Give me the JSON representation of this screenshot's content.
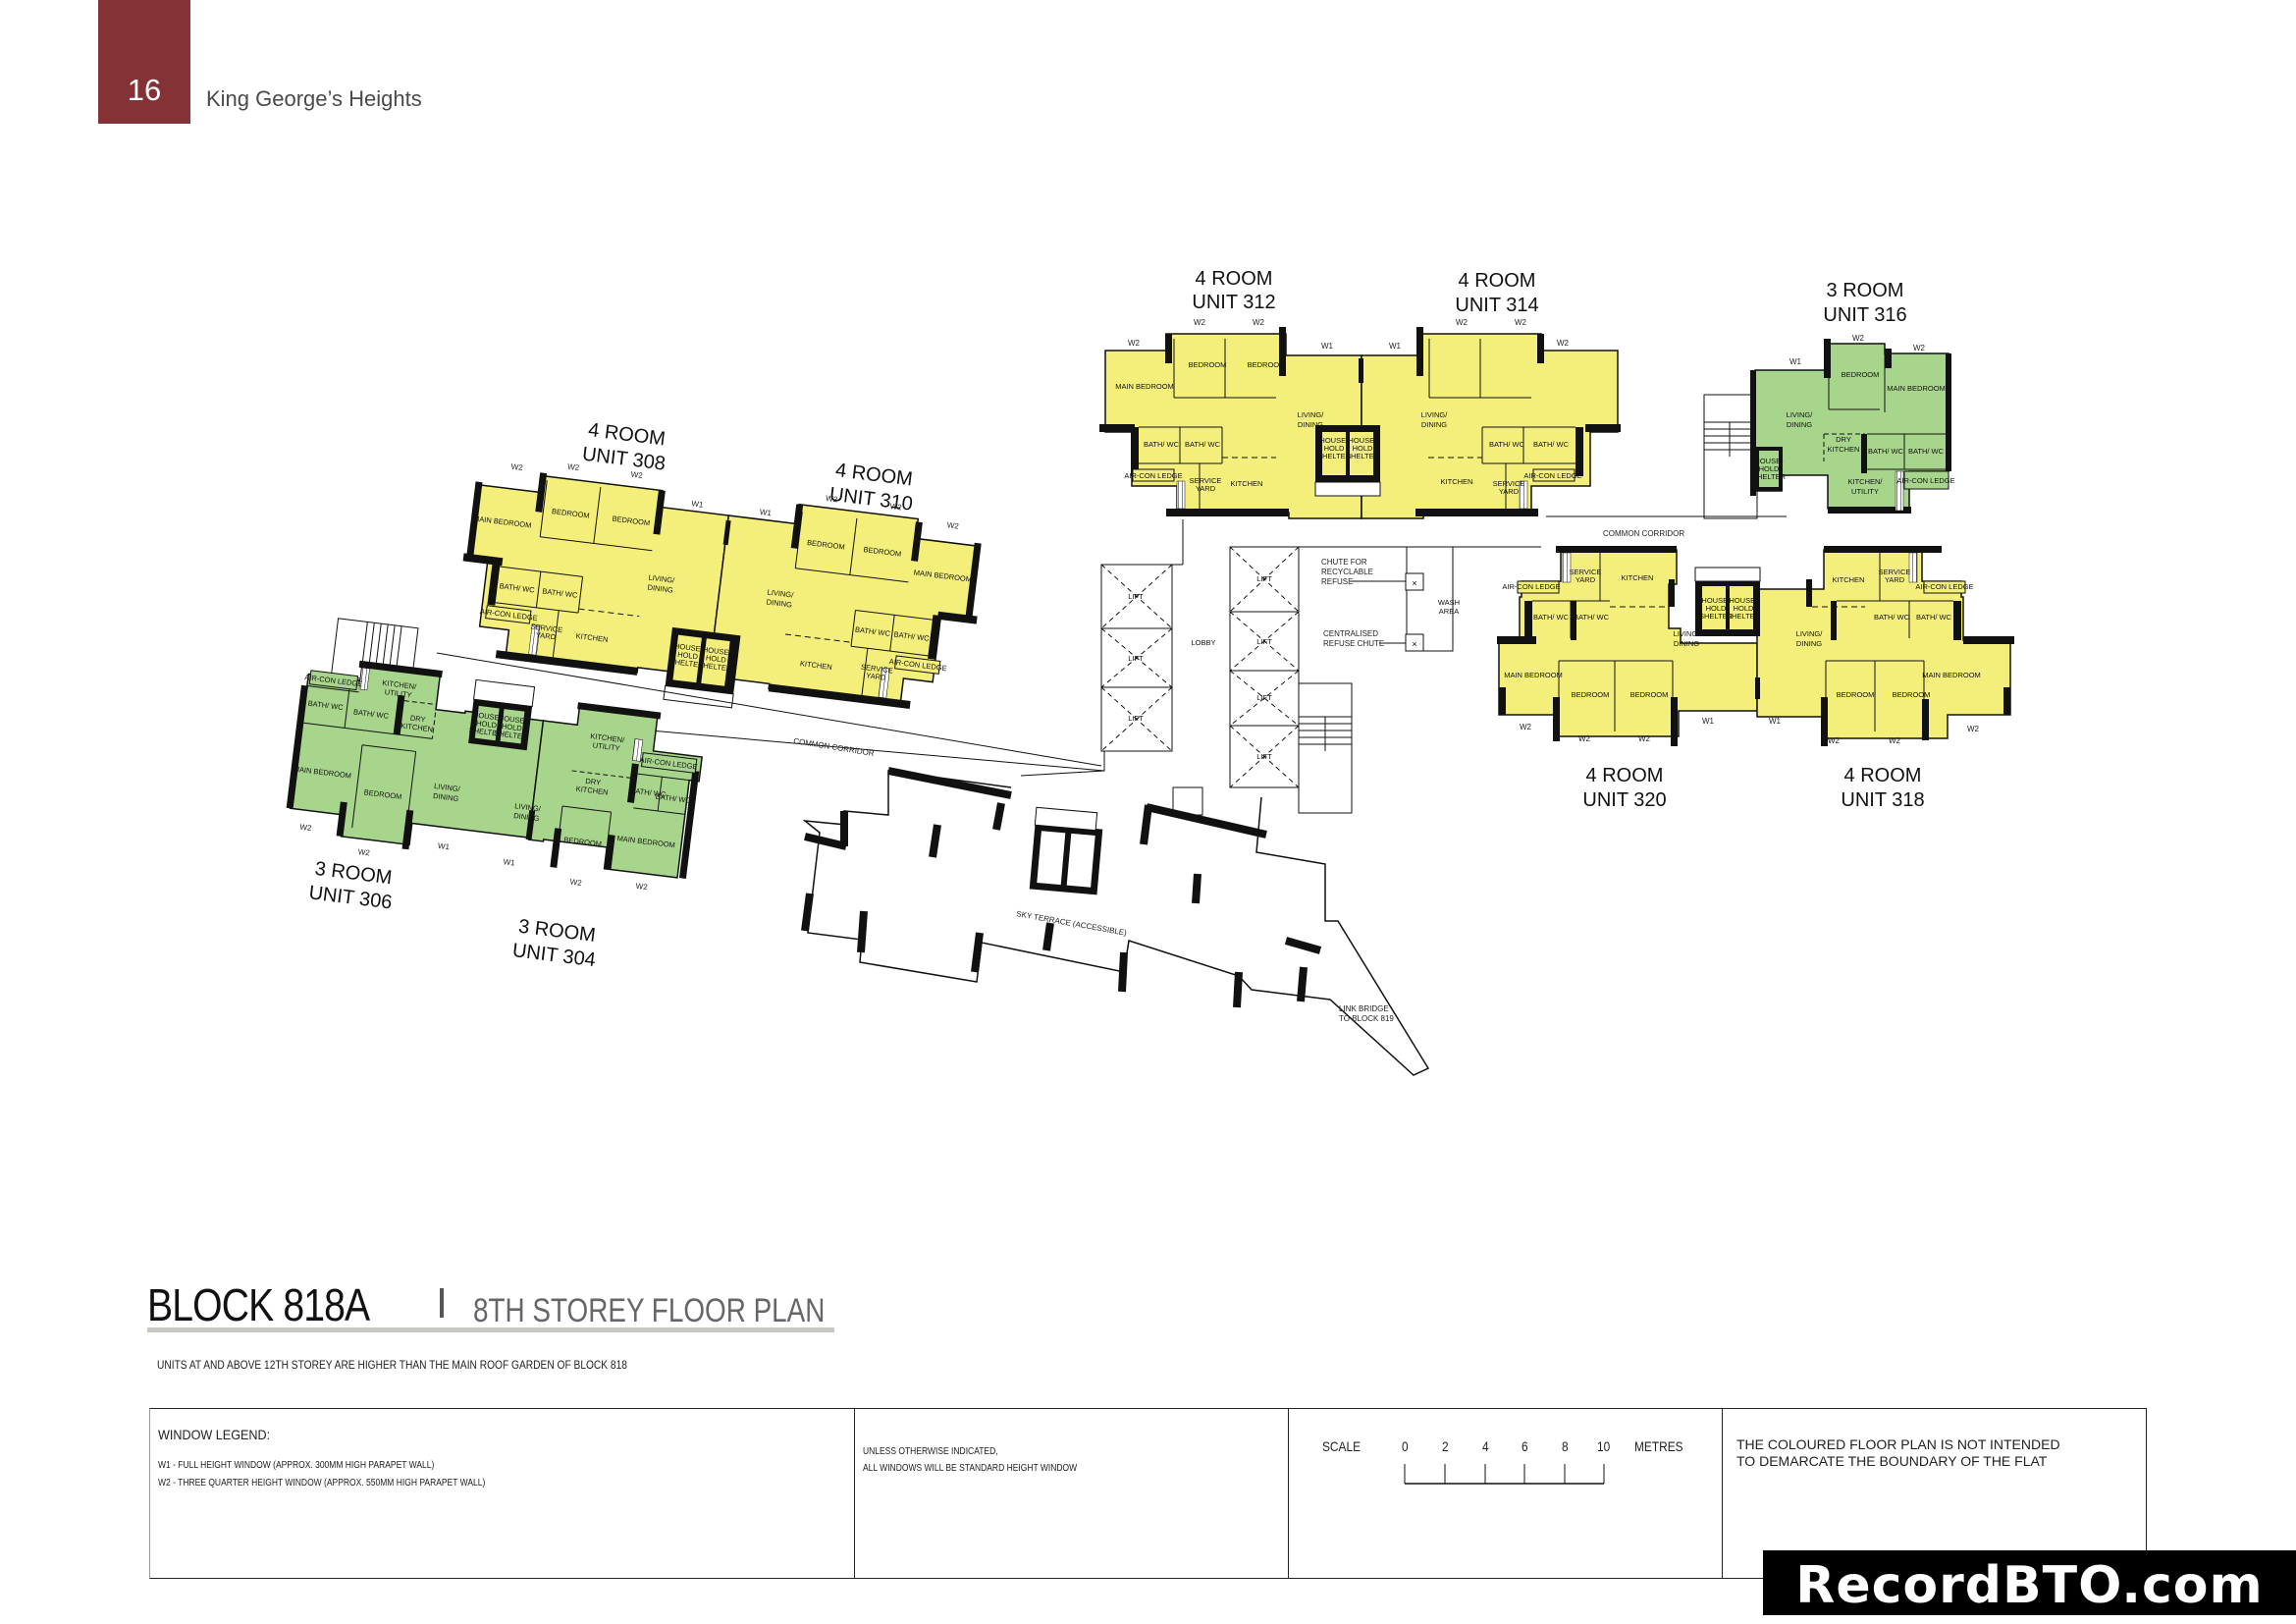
{
  "header": {
    "page_number": "16",
    "project_name": "King George’s Heights",
    "tab_color": "#843236"
  },
  "title": {
    "block": "BLOCK 818A",
    "separator": "I",
    "floor": "8TH STOREY FLOOR PLAN",
    "note": "UNITS AT AND ABOVE 12TH STOREY ARE HIGHER THAN THE MAIN ROOF GARDEN OF BLOCK 818"
  },
  "colors": {
    "four_room": "#F3EF7A",
    "three_room": "#A8D58C",
    "wall": "#111111"
  },
  "units": [
    {
      "type": "4 ROOM",
      "unit": "UNIT 308",
      "color": "yellow"
    },
    {
      "type": "4 ROOM",
      "unit": "UNIT 310",
      "color": "yellow"
    },
    {
      "type": "3 ROOM",
      "unit": "UNIT 306",
      "color": "green"
    },
    {
      "type": "3 ROOM",
      "unit": "UNIT 304",
      "color": "green"
    },
    {
      "type": "4 ROOM",
      "unit": "UNIT 312",
      "color": "yellow"
    },
    {
      "type": "4 ROOM",
      "unit": "UNIT 314",
      "color": "yellow"
    },
    {
      "type": "3 ROOM",
      "unit": "UNIT 316",
      "color": "green"
    },
    {
      "type": "4 ROOM",
      "unit": "UNIT 320",
      "color": "yellow"
    },
    {
      "type": "4 ROOM",
      "unit": "UNIT 318",
      "color": "yellow"
    }
  ],
  "rooms": {
    "main_bedroom": "MAIN BEDROOM",
    "bedroom": "BEDROOM",
    "bath_wc": "BATH/ WC",
    "living_dining_1": "LIVING/",
    "living_dining_2": "DINING",
    "kitchen": "KITCHEN",
    "kitchen_utility_1": "KITCHEN/",
    "kitchen_utility_2": "UTILITY",
    "dry_kitchen_1": "DRY",
    "dry_kitchen_2": "KITCHEN",
    "service_yard_1": "SERVICE",
    "service_yard_2": "YARD",
    "aircon_ledge": "AIR-CON LEDGE",
    "shelter_1": "HOUSE-",
    "shelter_2": "HOLD",
    "shelter_3": "SHELTER"
  },
  "windows": {
    "w1": "W1",
    "w2": "W2"
  },
  "common_areas": {
    "corridor": "COMMON CORRIDOR",
    "lobby": "LOBBY",
    "lift": "LIFT",
    "chute_recyclable_1": "CHUTE FOR",
    "chute_recyclable_2": "RECYCLABLE",
    "chute_recyclable_3": "REFUSE",
    "refuse_chute_1": "CENTRALISED",
    "refuse_chute_2": "REFUSE CHUTE",
    "wash_area_1": "WASH",
    "wash_area_2": "AREA",
    "sky_terrace": "SKY TERRACE (ACCESSIBLE)",
    "link_bridge_1": "LINK BRIDGE",
    "link_bridge_2": "TO BLOCK 819"
  },
  "legend": {
    "title": "WINDOW LEGEND:",
    "w1": "W1 - FULL HEIGHT WINDOW (APPROX. 300MM HIGH PARAPET WALL)",
    "w2": "W2 - THREE QUARTER HEIGHT WINDOW (APPROX. 550MM HIGH PARAPET WALL)",
    "standard_1": "UNLESS OTHERWISE INDICATED,",
    "standard_2": "ALL WINDOWS WILL BE STANDARD HEIGHT WINDOW",
    "scale_label": "SCALE",
    "scale_ticks": [
      "0",
      "2",
      "4",
      "6",
      "8",
      "10"
    ],
    "scale_unit": "METRES",
    "disclaimer_1": "THE COLOURED FLOOR PLAN IS NOT INTENDED",
    "disclaimer_2": "TO DEMARCATE THE BOUNDARY OF THE FLAT"
  },
  "watermark": "RecordBTO.com"
}
